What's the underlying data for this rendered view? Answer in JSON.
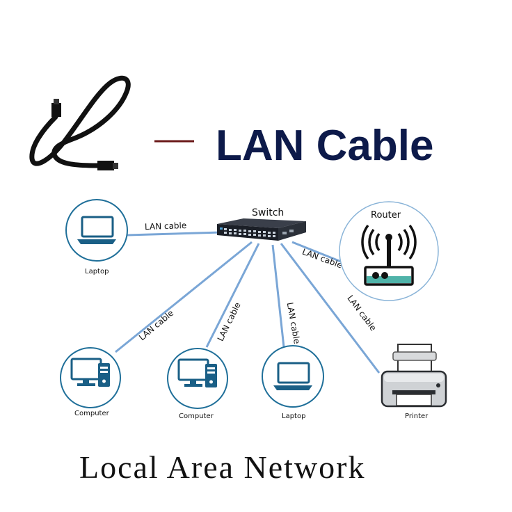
{
  "header": {
    "logo_letter": "ℒ",
    "title": "LAN Cable"
  },
  "diagram": {
    "switch_label": "Switch",
    "router_label": "Router",
    "cable_labels": [
      "LAN cable",
      "LAN cable",
      "LAN cable",
      "LAN cable",
      "LAN cable",
      "LAN cable"
    ],
    "devices": [
      {
        "label": "Laptop",
        "icon": "laptop-icon"
      },
      {
        "label": "Computer",
        "icon": "computer-icon"
      },
      {
        "label": "Computer",
        "icon": "computer-icon"
      },
      {
        "label": "Laptop",
        "icon": "laptop-icon"
      },
      {
        "label": "Printer",
        "icon": "printer-icon"
      }
    ]
  },
  "footer": {
    "caption": "Local Area Network"
  },
  "colors": {
    "title": "#0d1a4a",
    "cable": "#7aa6d6",
    "circle": "#1f6f99",
    "icon": "#1a5f86",
    "dash": "#6b1a1a"
  }
}
